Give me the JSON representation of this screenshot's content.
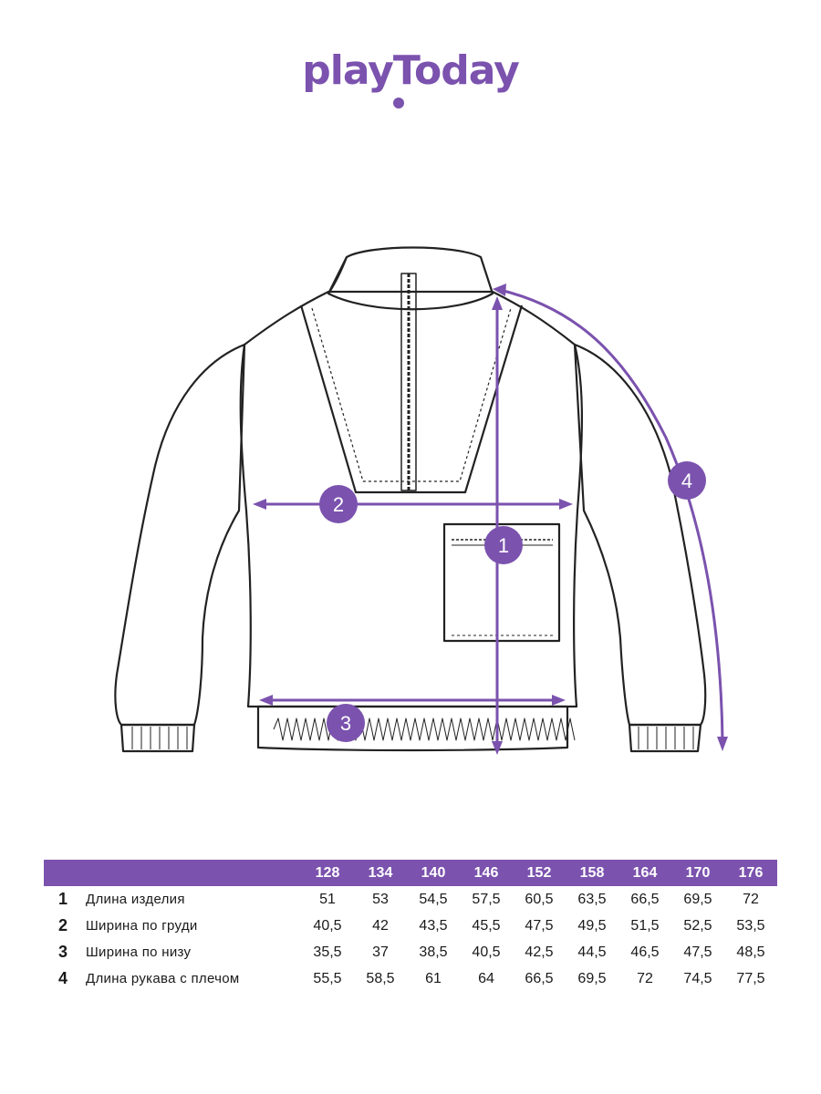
{
  "brand": {
    "logo_text": "playToday",
    "accent_color": "#7b52ae"
  },
  "diagram": {
    "markers": [
      {
        "number": "1",
        "meaning": "Длина изделия"
      },
      {
        "number": "2",
        "meaning": "Ширина по груди"
      },
      {
        "number": "3",
        "meaning": "Ширина по низу"
      },
      {
        "number": "4",
        "meaning": "Длина рукава с плечом"
      }
    ]
  },
  "size_table": {
    "sizes": [
      "128",
      "134",
      "140",
      "146",
      "152",
      "158",
      "164",
      "170",
      "176"
    ],
    "rows": [
      {
        "num": "1",
        "label": "Длина изделия",
        "values": [
          "51",
          "53",
          "54,5",
          "57,5",
          "60,5",
          "63,5",
          "66,5",
          "69,5",
          "72"
        ]
      },
      {
        "num": "2",
        "label": "Ширина по груди",
        "values": [
          "40,5",
          "42",
          "43,5",
          "45,5",
          "47,5",
          "49,5",
          "51,5",
          "52,5",
          "53,5"
        ]
      },
      {
        "num": "3",
        "label": "Ширина по низу",
        "values": [
          "35,5",
          "37",
          "38,5",
          "40,5",
          "42,5",
          "44,5",
          "46,5",
          "47,5",
          "48,5"
        ]
      },
      {
        "num": "4",
        "label": "Длина рукава с плечом",
        "values": [
          "55,5",
          "58,5",
          "61",
          "64",
          "66,5",
          "69,5",
          "72",
          "74,5",
          "77,5"
        ]
      }
    ]
  }
}
